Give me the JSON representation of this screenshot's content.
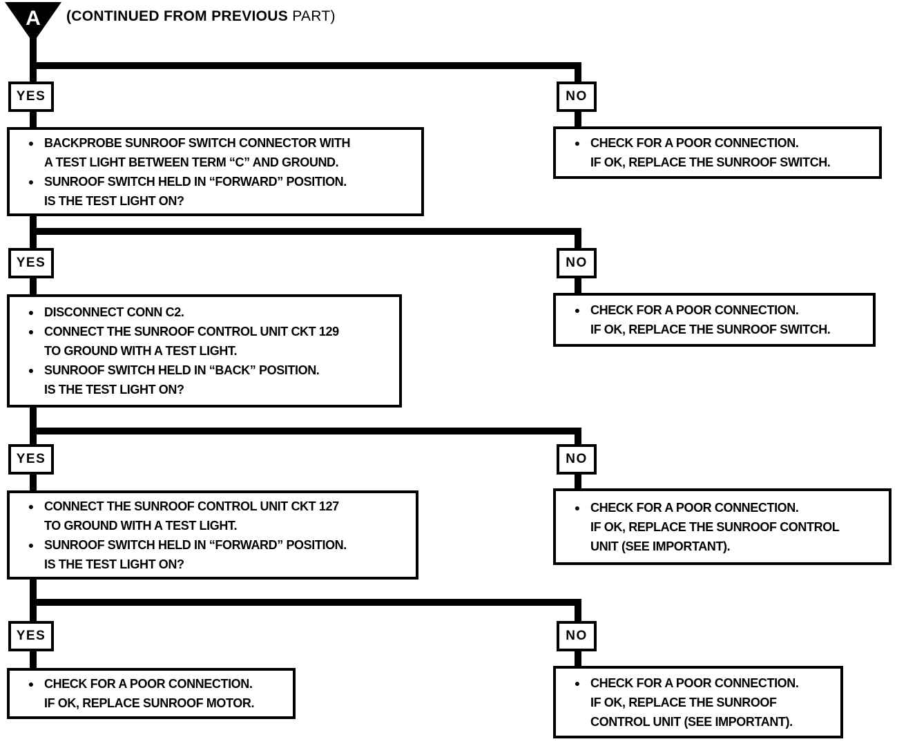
{
  "header": {
    "connector_letter": "A",
    "continued_bold": "(CONTINUED FROM PREVIOUS",
    "continued_tail": "PART)"
  },
  "glyphs": {
    "bullet": "●"
  },
  "colors": {
    "ink": "#000000",
    "paper": "#ffffff"
  },
  "rows": [
    {
      "yes_label": "YES",
      "no_label": "NO",
      "yes_box": {
        "items": [
          {
            "lines": [
              "BACKPROBE SUNROOF SWITCH CONNECTOR WITH",
              "A TEST LIGHT BETWEEN TERM “C” AND GROUND."
            ]
          },
          {
            "lines": [
              "SUNROOF SWITCH HELD IN “FORWARD” POSITION.",
              "IS THE TEST LIGHT ON?"
            ]
          }
        ]
      },
      "no_box": {
        "items": [
          {
            "lines": [
              "CHECK FOR A POOR CONNECTION.",
              "IF OK, REPLACE THE SUNROOF SWITCH."
            ]
          }
        ]
      }
    },
    {
      "yes_label": "YES",
      "no_label": "NO",
      "yes_box": {
        "items": [
          {
            "lines": [
              "DISCONNECT CONN C2."
            ]
          },
          {
            "lines": [
              "CONNECT THE SUNROOF CONTROL UNIT CKT 129",
              "TO GROUND WITH A TEST LIGHT."
            ]
          },
          {
            "lines": [
              "SUNROOF SWITCH HELD IN “BACK” POSITION.",
              "IS THE TEST LIGHT ON?"
            ]
          }
        ]
      },
      "no_box": {
        "items": [
          {
            "lines": [
              "CHECK FOR A POOR CONNECTION.",
              "IF OK, REPLACE THE SUNROOF SWITCH."
            ]
          }
        ]
      }
    },
    {
      "yes_label": "YES",
      "no_label": "NO",
      "yes_box": {
        "items": [
          {
            "lines": [
              "CONNECT THE SUNROOF CONTROL UNIT CKT 127",
              "TO GROUND WITH A TEST LIGHT."
            ]
          },
          {
            "lines": [
              "SUNROOF SWITCH HELD IN “FORWARD” POSITION.",
              "IS THE TEST LIGHT ON?"
            ]
          }
        ]
      },
      "no_box": {
        "items": [
          {
            "lines": [
              "CHECK FOR A POOR CONNECTION.",
              "IF OK, REPLACE THE SUNROOF CONTROL",
              "UNIT (SEE IMPORTANT)."
            ]
          }
        ]
      }
    },
    {
      "yes_label": "YES",
      "no_label": "NO",
      "yes_box": {
        "items": [
          {
            "lines": [
              "CHECK FOR A POOR CONNECTION.",
              "IF OK, REPLACE SUNROOF MOTOR."
            ]
          }
        ]
      },
      "no_box": {
        "items": [
          {
            "lines": [
              "CHECK FOR A POOR CONNECTION.",
              "IF OK, REPLACE THE SUNROOF",
              "CONTROL UNIT (SEE IMPORTANT)."
            ]
          }
        ]
      }
    }
  ]
}
